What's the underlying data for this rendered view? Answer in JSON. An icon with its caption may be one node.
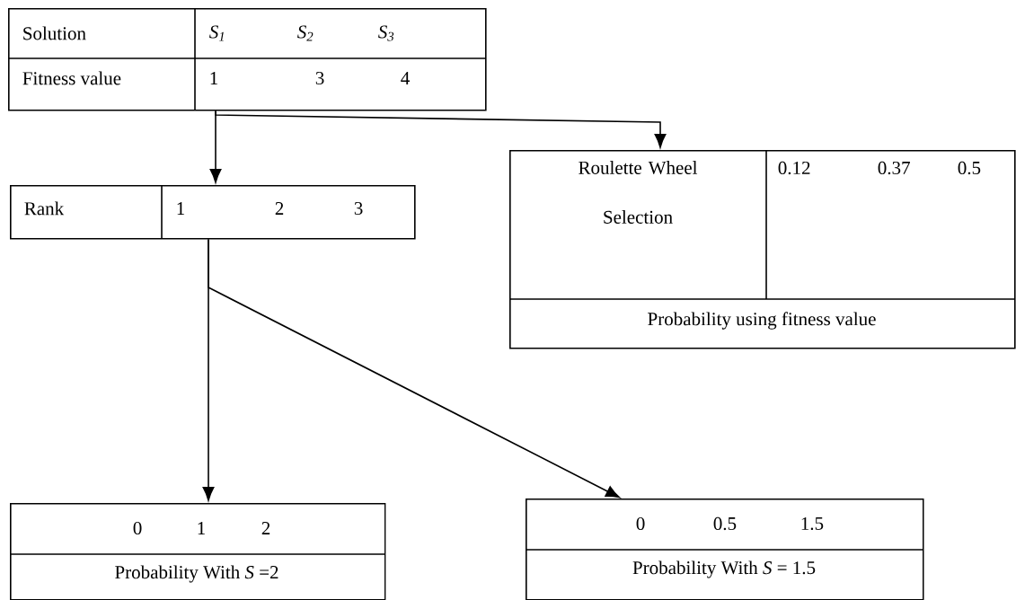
{
  "diagram": {
    "nodes": [
      {
        "text": [
          "Solution",
          "S$_{1}$",
          "S$_{2}$",
          "S$_{3}$",
          "Fitness value",
          "1",
          "3",
          "4"
        ]
      },
      {
        "text": [
          "Rank",
          "1",
          "2",
          "3"
        ]
      },
      {
        "text": [
          "Roulette Wheel Selection",
          "0.12",
          "0.37",
          "0.5",
          "Probability using fitness value"
        ]
      },
      {
        "text": [
          "0",
          "1",
          "2",
          "Probability With *S* =2"
        ]
      },
      {
        "text": [
          "0",
          "0.5",
          "1.5",
          "Probability With *S* = 1.5"
        ]
      }
    ],
    "edges": [
      {
        "from": 0,
        "to": 1,
        "arrow": "to"
      },
      {
        "from": 0,
        "to": 2,
        "arrow": "to"
      },
      {
        "from": 1,
        "to": 3,
        "arrow": "to"
      },
      {
        "from": 1,
        "to": 4,
        "arrow": "to"
      }
    ]
  }
}
